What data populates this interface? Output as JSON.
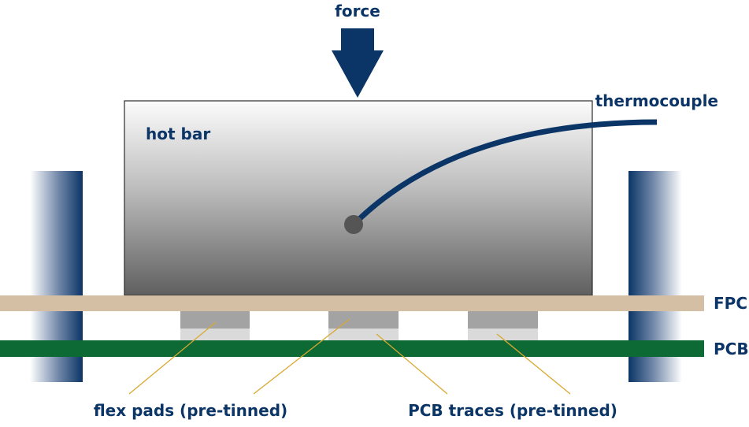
{
  "labels": {
    "force": "force",
    "hot_bar": "hot bar",
    "thermocouple": "thermocouple",
    "fpc": "FPC",
    "pcb": "PCB",
    "flex_pads": "flex pads (pre-tinned)",
    "pcb_traces": "PCB traces (pre-tinned)"
  },
  "colors": {
    "navy": "#0b3566",
    "fpc": "#d4bfa4",
    "pcb": "#0d6a35",
    "flex_pad": "#a3a3a3",
    "pcb_trace": "#dadada",
    "leader": "#d9a830",
    "sensor_dot": "#555555"
  }
}
